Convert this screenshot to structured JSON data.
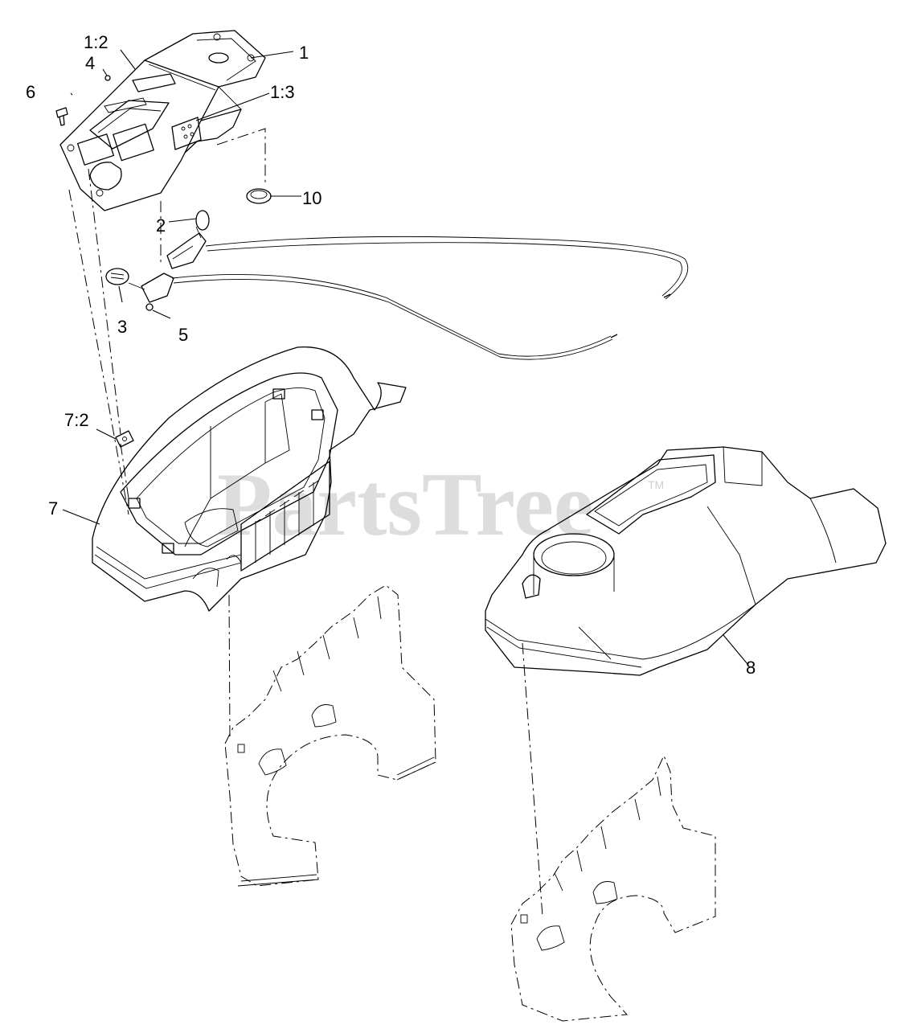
{
  "watermark": {
    "text": "PartsTree",
    "trademark": "TM"
  },
  "callouts": [
    {
      "id": "1",
      "label": "1"
    },
    {
      "id": "1-2",
      "label": "1:2"
    },
    {
      "id": "1-3",
      "label": "1:3"
    },
    {
      "id": "2",
      "label": "2"
    },
    {
      "id": "3",
      "label": "3"
    },
    {
      "id": "4",
      "label": "4"
    },
    {
      "id": "5",
      "label": "5"
    },
    {
      "id": "6",
      "label": "6"
    },
    {
      "id": "7",
      "label": "7"
    },
    {
      "id": "7-2",
      "label": "7:2"
    },
    {
      "id": "8",
      "label": "8"
    },
    {
      "id": "10",
      "label": "10"
    }
  ]
}
